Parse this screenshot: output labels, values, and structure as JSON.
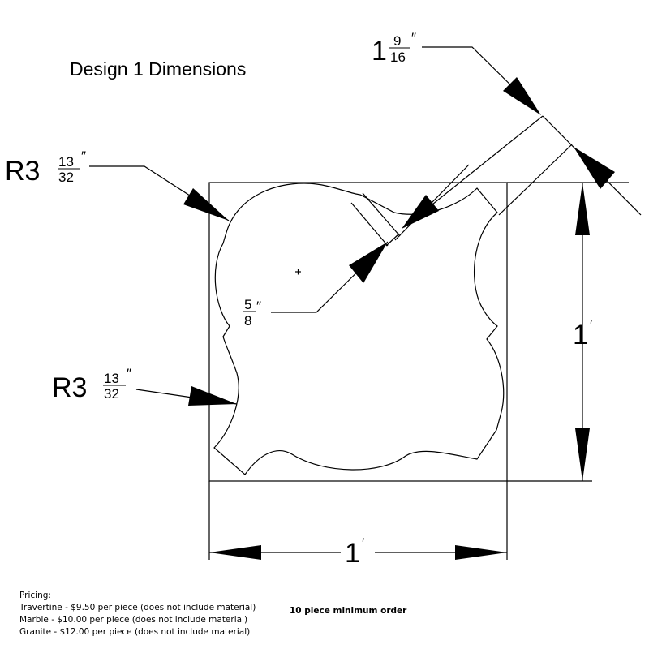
{
  "title": "Design 1 Dimensions",
  "dimensions": {
    "top_radius": {
      "prefix": "R3",
      "numerator": "13",
      "denominator": "32",
      "unit": "″"
    },
    "side_radius": {
      "prefix": "R3",
      "numerator": "13",
      "denominator": "32",
      "unit": "″"
    },
    "point_width": {
      "whole": "1",
      "numerator": "9",
      "denominator": "16",
      "unit": "″"
    },
    "notch_width": {
      "numerator": "5",
      "denominator": "8",
      "unit": "″"
    },
    "height": {
      "value": "1",
      "unit": "′"
    },
    "width": {
      "value": "1",
      "unit": "′"
    }
  },
  "pricing": {
    "heading": "Pricing:",
    "items": [
      "Travertine - $9.50 per piece (does not include material)",
      "Marble - $10.00 per piece (does not include material)",
      "Granite - $12.00 per piece (does not include material)"
    ]
  },
  "minimum_order": "10 piece minimum order"
}
